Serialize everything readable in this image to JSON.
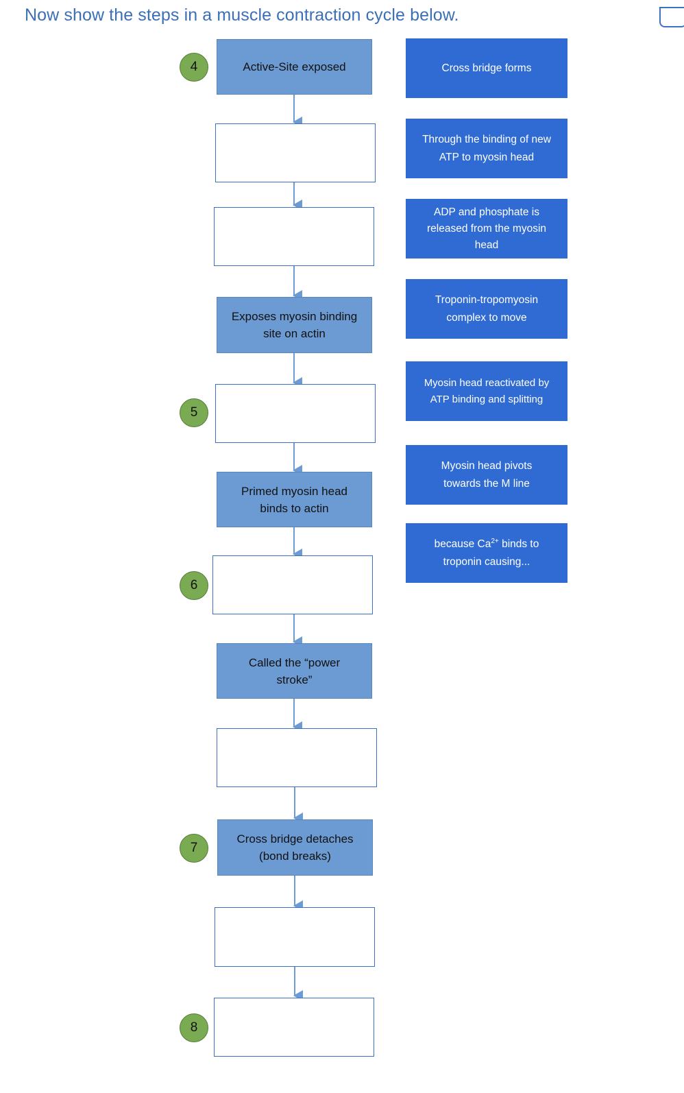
{
  "title": "Now show the steps in a muscle contraction cycle below.",
  "colors": {
    "step_fill": "#6b9bd2",
    "option_fill": "#2f6bd3",
    "slot_border": "#3a6fc4",
    "badge_fill": "#7aab52",
    "title": "#3b6fb6"
  },
  "badges": [
    "4",
    "5",
    "6",
    "7",
    "8"
  ],
  "flow": {
    "fixed_steps": [
      "Active-Site exposed",
      "Exposes myosin binding site on actin",
      "Primed myosin head binds to actin",
      "Called the “power stroke”",
      "Cross bridge detaches (bond breaks)"
    ],
    "empty_slots": 7
  },
  "options": [
    "Cross bridge forms",
    "Through the binding of new ATP to myosin head",
    "ADP and phosphate is released from the myosin head",
    "Troponin-tropomyosin complex to move",
    "Myosin head reactivated by ATP binding and splitting",
    "Myosin head pivots towards the M line",
    {
      "pre": "because Ca",
      "sup": "2+",
      "post": " binds to troponin causing..."
    }
  ]
}
